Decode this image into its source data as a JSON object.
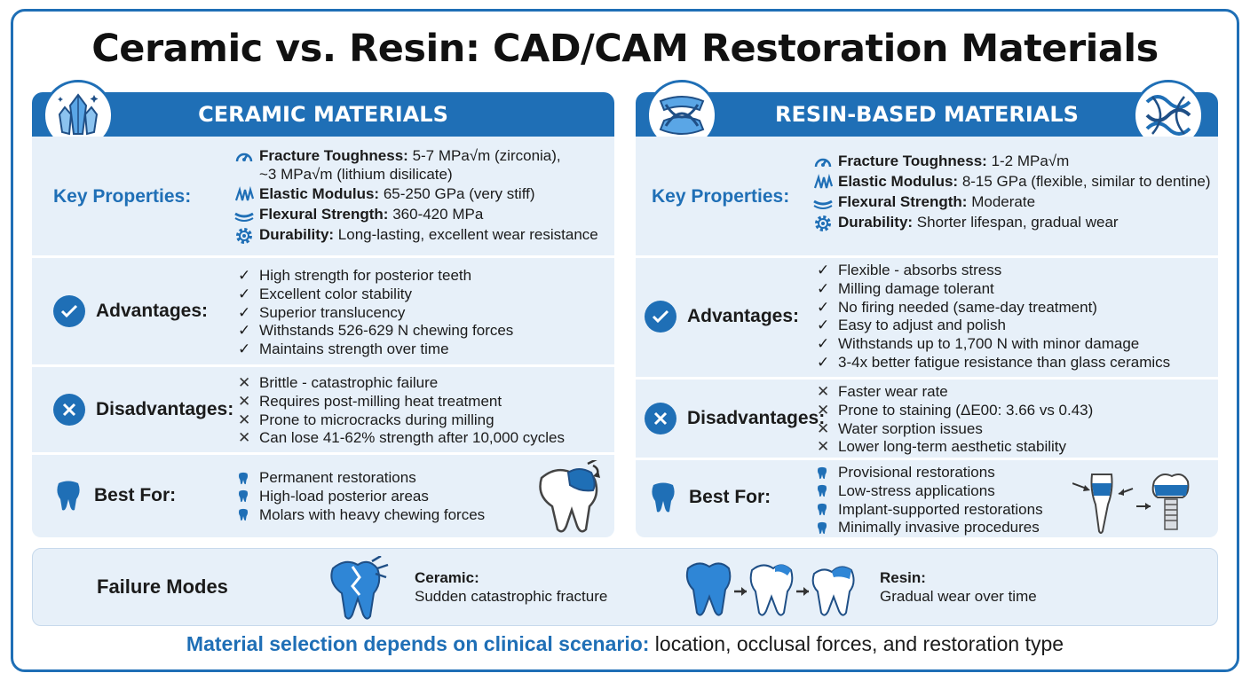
{
  "title": "Ceramic vs. Resin: CAD/CAM Restoration Materials",
  "colors": {
    "accent": "#1f6fb6",
    "panel_bg": "#e7f0f9",
    "text": "#1b1b1b"
  },
  "ceramic": {
    "header": "CERAMIC MATERIALS",
    "header_icon": "crystal-icon",
    "properties_label": "Key Properties:",
    "properties": [
      {
        "name": "Fracture Toughness:",
        "value": "5-7 MPa√m (zirconia),",
        "value2": "~3 MPa√m (lithium disilicate)",
        "icon": "gauge-icon"
      },
      {
        "name": "Elastic Modulus:",
        "value": "65-250 GPa (very stiff)",
        "icon": "spring-icon"
      },
      {
        "name": "Flexural Strength:",
        "value": "360-420 MPa",
        "icon": "bend-icon"
      },
      {
        "name": "Durability:",
        "value": "Long-lasting, excellent wear resistance",
        "icon": "gear-icon"
      }
    ],
    "advantages_label": "Advantages:",
    "advantages": [
      "High strength for posterior teeth",
      "Excellent color stability",
      "Superior translucency",
      "Withstands 526-629 N chewing forces",
      "Maintains strength over time"
    ],
    "disadvantages_label": "Disadvantages:",
    "disadvantages": [
      "Brittle - catastrophic failure",
      "Requires post-milling heat treatment",
      "Prone to microcracks during milling",
      "Can lose 41-62% strength after 10,000 cycles"
    ],
    "bestfor_label": "Best For:",
    "bestfor": [
      "Permanent restorations",
      "High-load posterior areas",
      "Molars with heavy chewing forces"
    ]
  },
  "resin": {
    "header": "RESIN-BASED MATERIALS",
    "header_icon": "polymer-icon",
    "properties_label": "Key Properties:",
    "properties": [
      {
        "name": "Fracture Toughness:",
        "value": "1-2 MPa√m",
        "icon": "gauge-icon"
      },
      {
        "name": "Elastic Modulus:",
        "value": "8-15 GPa (flexible, similar to dentine)",
        "icon": "spring-icon"
      },
      {
        "name": "Flexural Strength:",
        "value": "Moderate",
        "icon": "bend-icon"
      },
      {
        "name": "Durability:",
        "value": "Shorter lifespan, gradual wear",
        "icon": "gear-icon"
      }
    ],
    "advantages_label": "Advantages:",
    "advantages": [
      "Flexible - absorbs stress",
      "Milling damage tolerant",
      "No firing needed (same-day treatment)",
      "Easy to adjust and polish",
      "Withstands up to 1,700 N with minor damage",
      "3-4x better fatigue resistance than glass ceramics"
    ],
    "disadvantages_label": "Disadvantages:",
    "disadvantages": [
      "Faster wear rate",
      "Prone to staining (ΔE00: 3.66 vs 0.43)",
      "Water sorption issues",
      "Lower long-term aesthetic stability"
    ],
    "bestfor_label": "Best For:",
    "bestfor": [
      "Provisional restorations",
      "Low-stress applications",
      "Implant-supported restorations",
      "Minimally invasive procedures"
    ]
  },
  "failure": {
    "title": "Failure Modes",
    "ceramic_label": "Ceramic:",
    "ceramic_text": "Sudden catastrophic fracture",
    "resin_label": "Resin:",
    "resin_text": "Gradual wear over time"
  },
  "footer": {
    "lead": "Material selection depends on clinical scenario:",
    "rest": " location, occlusal forces, and restoration type"
  }
}
